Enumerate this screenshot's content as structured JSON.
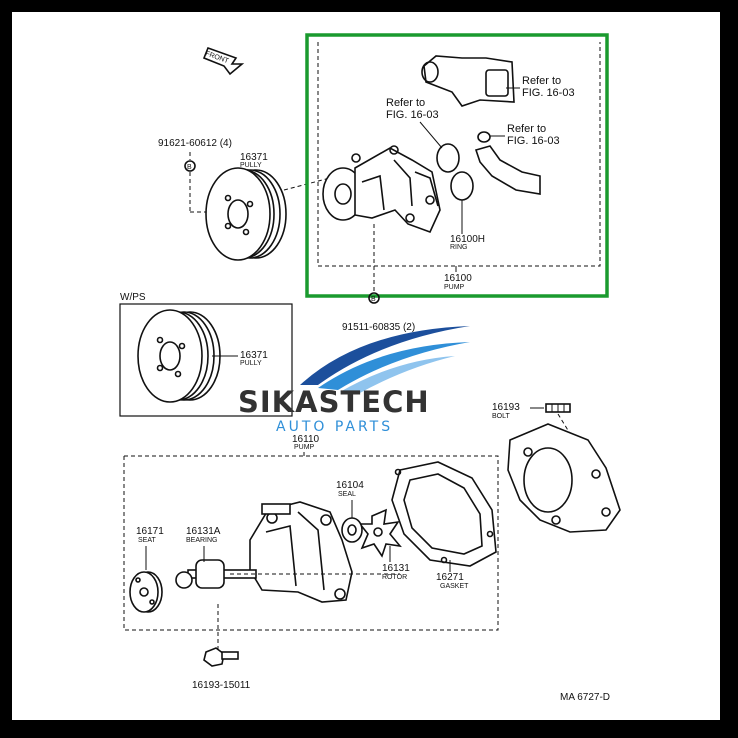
{
  "front_label": "FRONT",
  "labels": {
    "bolt_top": "91621-60612 (4)",
    "pully_top_num": "16371",
    "pully_top_name": "PULLY",
    "refer1_a": "Refer to",
    "refer1_b": "FIG. 16-03",
    "refer2_a": "Refer to",
    "refer2_b": "FIG. 16-03",
    "refer3_a": "Refer to",
    "refer3_b": "FIG. 16-03",
    "ring_num": "16100H",
    "ring_name": "RING",
    "pump_top_num": "16100",
    "pump_top_name": "PUMP",
    "wps": "W/PS",
    "pully_wps_num": "16371",
    "pully_wps_name": "PULLY",
    "bolt_mid": "91511-60835 (2)",
    "pump_bottom_num": "16110",
    "pump_bottom_name": "PUMP",
    "bolt_right_num": "16193",
    "bolt_right_name": "BOLT",
    "seal_num": "16104",
    "seal_name": "SEAL",
    "seat_num": "16171",
    "seat_name": "SEAT",
    "bearing_num": "16131A",
    "bearing_name": "BEARING",
    "rotor_num": "16131",
    "rotor_name": "ROTOR",
    "gasket_num": "16271",
    "gasket_name": "GASKET",
    "bolt_bottom": "16193-15011",
    "fig_code": "MA  6727-D",
    "circled_b": "B"
  },
  "watermark": {
    "brand": "SIKASTECH",
    "tagline": "AUTO PARTS"
  },
  "colors": {
    "highlight_box": "#1a9a2e",
    "brand_blue": "#2f8fd8",
    "brand_dark": "#1c4f9c",
    "border": "#000000"
  }
}
